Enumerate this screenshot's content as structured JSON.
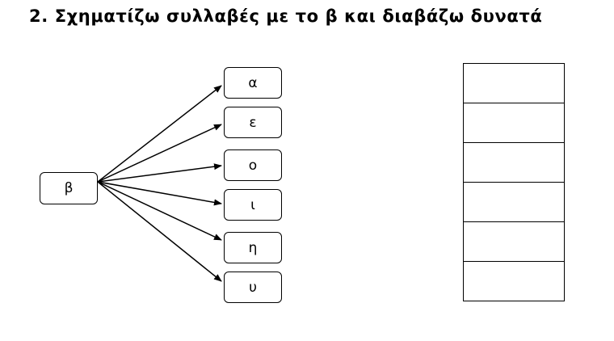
{
  "exercise": {
    "title": "2. Σχηματίζω συλλαβές με το β και διαβάζω δυνατά"
  },
  "consonant": "β",
  "vowels": [
    "α",
    "ε",
    "ο",
    "ι",
    "η",
    "υ"
  ],
  "answer_table": {
    "rows": 6
  }
}
